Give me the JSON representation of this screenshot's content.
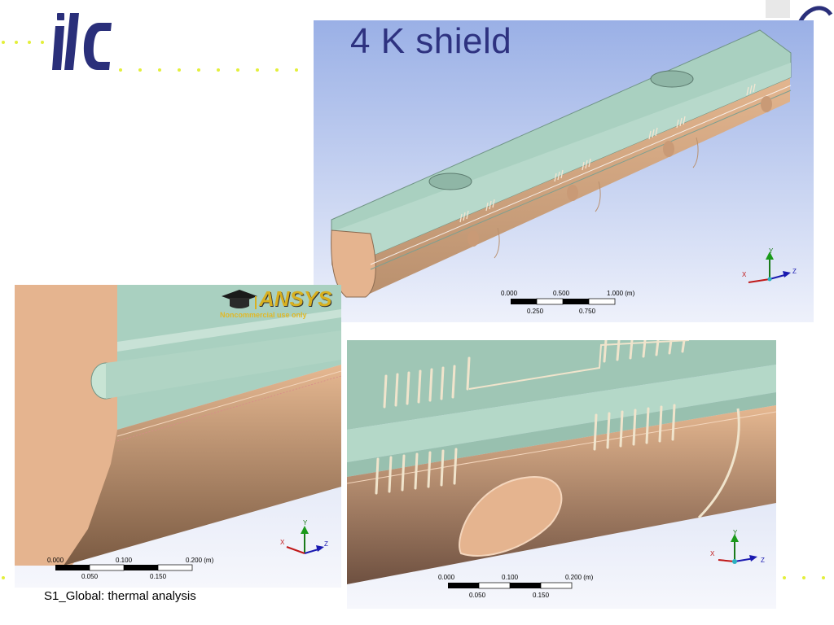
{
  "slide": {
    "title": "4 K shield",
    "footer": "S1_Global: thermal analysis",
    "logo_text": "ilc"
  },
  "panels": {
    "top": {
      "scale_labels_top": [
        "0.000",
        "0.500",
        "1.000 (m)"
      ],
      "scale_labels_bottom": [
        "0.250",
        "0.750"
      ],
      "axes": {
        "x": "X",
        "y": "Y",
        "z": "Z"
      }
    },
    "left": {
      "brand": "ANSYS",
      "brand_sub": "Noncommercial use only",
      "scale_labels_top": [
        "0.000",
        "0.100",
        "0.200 (m)"
      ],
      "scale_labels_bottom": [
        "0.050",
        "0.150"
      ],
      "axes": {
        "x": "X",
        "y": "Y",
        "z": "Z"
      }
    },
    "right": {
      "scale_labels_top": [
        "0.000",
        "0.100",
        "0.200 (m)"
      ],
      "scale_labels_bottom": [
        "0.050",
        "0.150"
      ],
      "axes": {
        "x": "X",
        "y": "Y",
        "z": "Z"
      }
    }
  },
  "colors": {
    "title": "#2e3280",
    "logo": "#2a2f7a",
    "dots": "#e3ef3a",
    "shield_top": "#a9d0c0",
    "shield_body": "#e5b48f",
    "sky_top": "#9ab0e6",
    "sky_bottom": "#eef1fb"
  }
}
